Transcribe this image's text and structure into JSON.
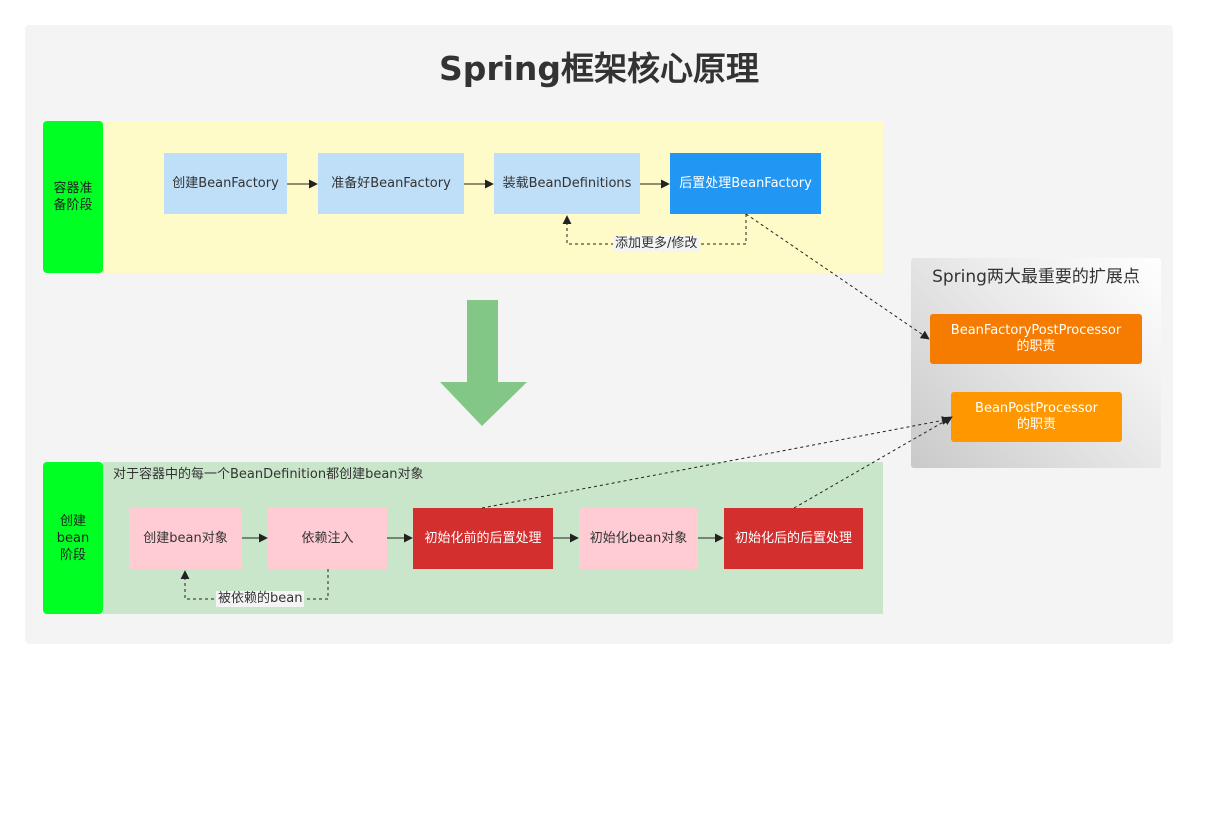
{
  "title": "Spring框架核心原理",
  "stages": {
    "prepare": {
      "label": "容器准备阶段",
      "steps": [
        "创建BeanFactory",
        "准备好BeanFactory",
        "装载BeanDefinitions",
        "后置处理BeanFactory"
      ],
      "loop_label": "添加更多/修改"
    },
    "create": {
      "label": "创建bean阶段",
      "caption": "对于容器中的每一个BeanDefinition都创建bean对象",
      "steps": [
        "创建bean对象",
        "依赖注入",
        "初始化前的后置处理",
        "初始化bean对象",
        "初始化后的后置处理"
      ],
      "loop_label": "被依赖的bean"
    }
  },
  "extension": {
    "title": "Spring两大最重要的扩展点",
    "points": [
      {
        "name": "BeanFactoryPostProcessor",
        "suffix": "的职责"
      },
      {
        "name": "BeanPostProcessor",
        "suffix": "的职责"
      }
    ]
  },
  "colors": {
    "stage_label": "#00ff22",
    "prepare_panel": "#fefbc8",
    "create_panel": "#c9e6cb",
    "step_light_blue": "#bfdff8",
    "step_blue": "#2196f3",
    "step_pink": "#ffccd3",
    "step_red": "#d32f2f",
    "ext_orange_dark": "#f57c00",
    "ext_orange": "#ff9800",
    "big_arrow": "#82c785"
  }
}
